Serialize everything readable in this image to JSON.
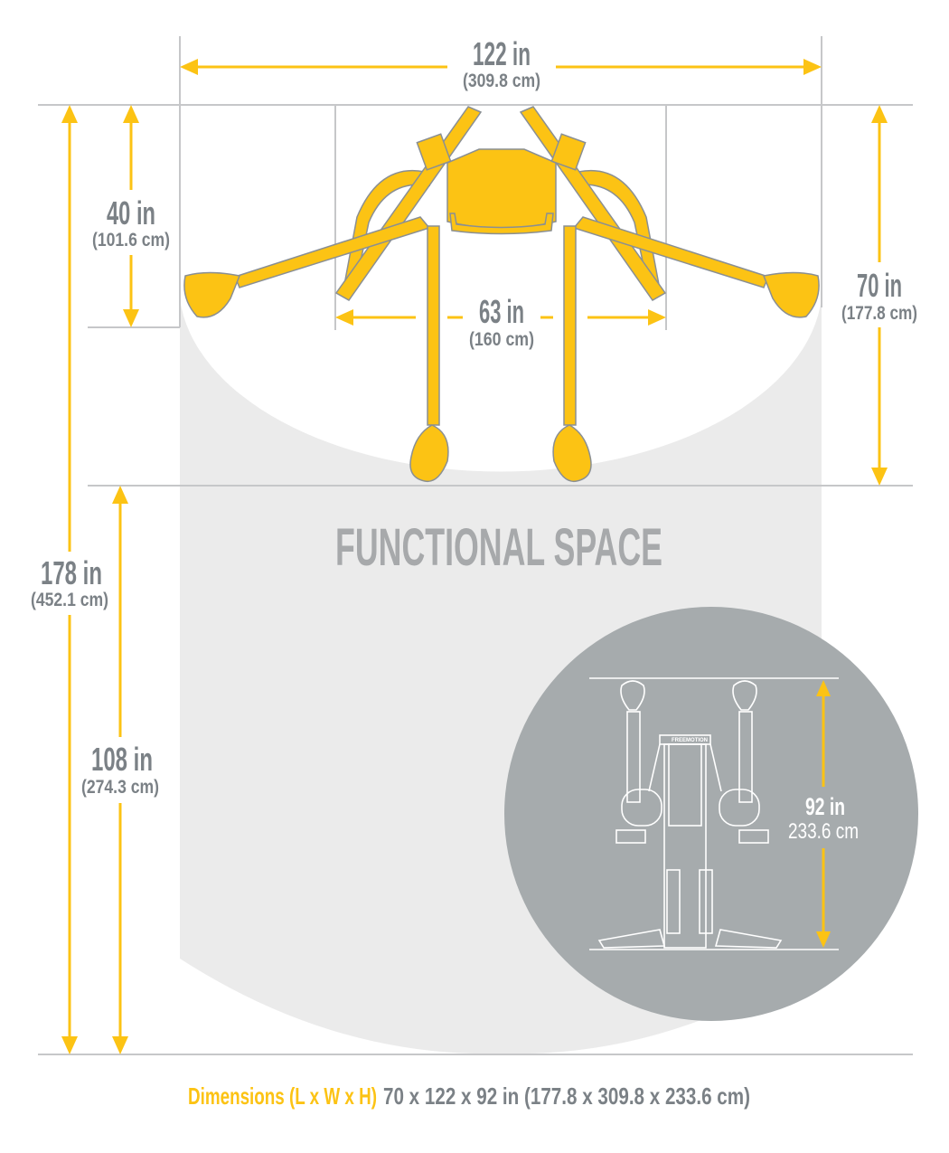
{
  "dimensions": {
    "overall_width": {
      "in": "122 in",
      "cm": "(309.8 cm)"
    },
    "machine_depth": {
      "in": "40 in",
      "cm": "(101.6 cm)"
    },
    "inner_width": {
      "in": "63 in",
      "cm": "(160 cm)"
    },
    "machine_length": {
      "in": "70 in",
      "cm": "(177.8 cm)"
    },
    "total_length": {
      "in": "178 in",
      "cm": "(452.1 cm)"
    },
    "functional_length": {
      "in": "108 in",
      "cm": "(274.3 cm)"
    },
    "height": {
      "in": "92 in",
      "cm": "233.6 cm"
    }
  },
  "functional_space_label": "FUNCTIONAL SPACE",
  "brand_logo_text": "FREEMOTION",
  "caption": {
    "label": "Dimensions (L x W x H)",
    "value": "70 x 122 x 92 in (177.8 x 309.8 x 233.6 cm)"
  },
  "colors": {
    "accent": "#fcc314",
    "text_gray": "#7b8186",
    "space_gray": "#ebebeb",
    "inset_circle": "#a6abad"
  }
}
